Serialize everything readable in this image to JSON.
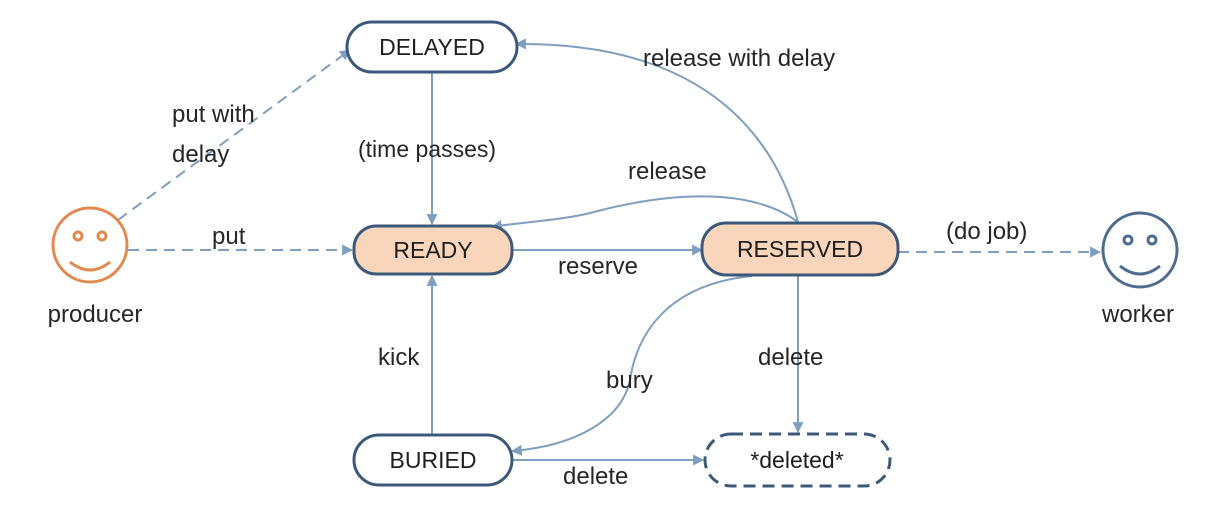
{
  "states": {
    "delayed": "DELAYED",
    "ready": "READY",
    "reserved": "RESERVED",
    "buried": "BURIED",
    "deleted": "*deleted*"
  },
  "actors": {
    "producer": "producer",
    "worker": "worker"
  },
  "transitions": {
    "put_with_delay_line1": "put with",
    "put_with_delay_line2": "delay",
    "put": "put",
    "time_passes": "(time passes)",
    "release_with_delay": "release with delay",
    "release": "release",
    "reserve": "reserve",
    "do_job": "(do job)",
    "kick": "kick",
    "bury": "bury",
    "delete_reserved": "delete",
    "delete_buried": "delete"
  },
  "colors": {
    "producer": "#e08a4f",
    "worker": "#4d6d8f",
    "active_state_fill": "#f8d5bb",
    "node_border": "#3c587a",
    "arrow": "#7f9fbf"
  }
}
